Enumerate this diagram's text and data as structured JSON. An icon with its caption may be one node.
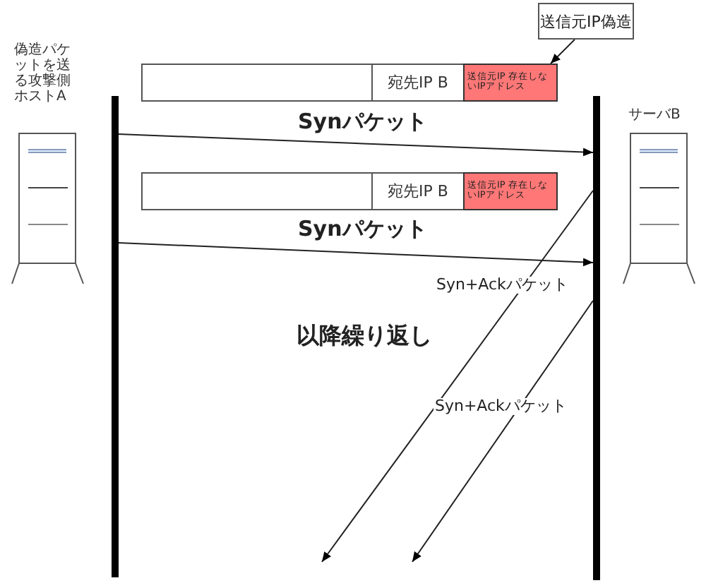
{
  "diagram": {
    "nodes": [
      {
        "text": [
          "偽造パケットを送る攻撃側ホストA"
        ]
      },
      {
        "text": [
          "サーバB"
        ]
      },
      {
        "text": [],
        "shape": "bar"
      },
      {
        "text": [],
        "shape": "bar"
      },
      {
        "text": [
          "送信元IP偽造"
        ]
      },
      {
        "text": [],
        "shape": "box"
      },
      {
        "text": [
          "宛先IP B"
        ]
      },
      {
        "text": [
          "送信元IP 存在しないIPアドレス"
        ]
      },
      {
        "text": [],
        "shape": "box"
      },
      {
        "text": [
          "宛先IP B"
        ]
      },
      {
        "text": [
          "送信元IP 存在しないIPアドレス"
        ]
      }
    ],
    "edges": [
      {
        "from": 4,
        "to": 7,
        "arrow": "to"
      },
      {
        "from": 2,
        "to": 3,
        "arrow": "to",
        "label": "Synパケット"
      },
      {
        "from": 2,
        "to": 3,
        "arrow": "to",
        "label": "Synパケット"
      },
      {
        "from": 3,
        "to": null,
        "arrow": "to",
        "label": "Syn+Ackパケット"
      },
      {
        "from": 3,
        "to": null,
        "arrow": "to",
        "label": "Syn+Ackパケット"
      }
    ],
    "labels": [
      "以降繰り返し"
    ]
  }
}
